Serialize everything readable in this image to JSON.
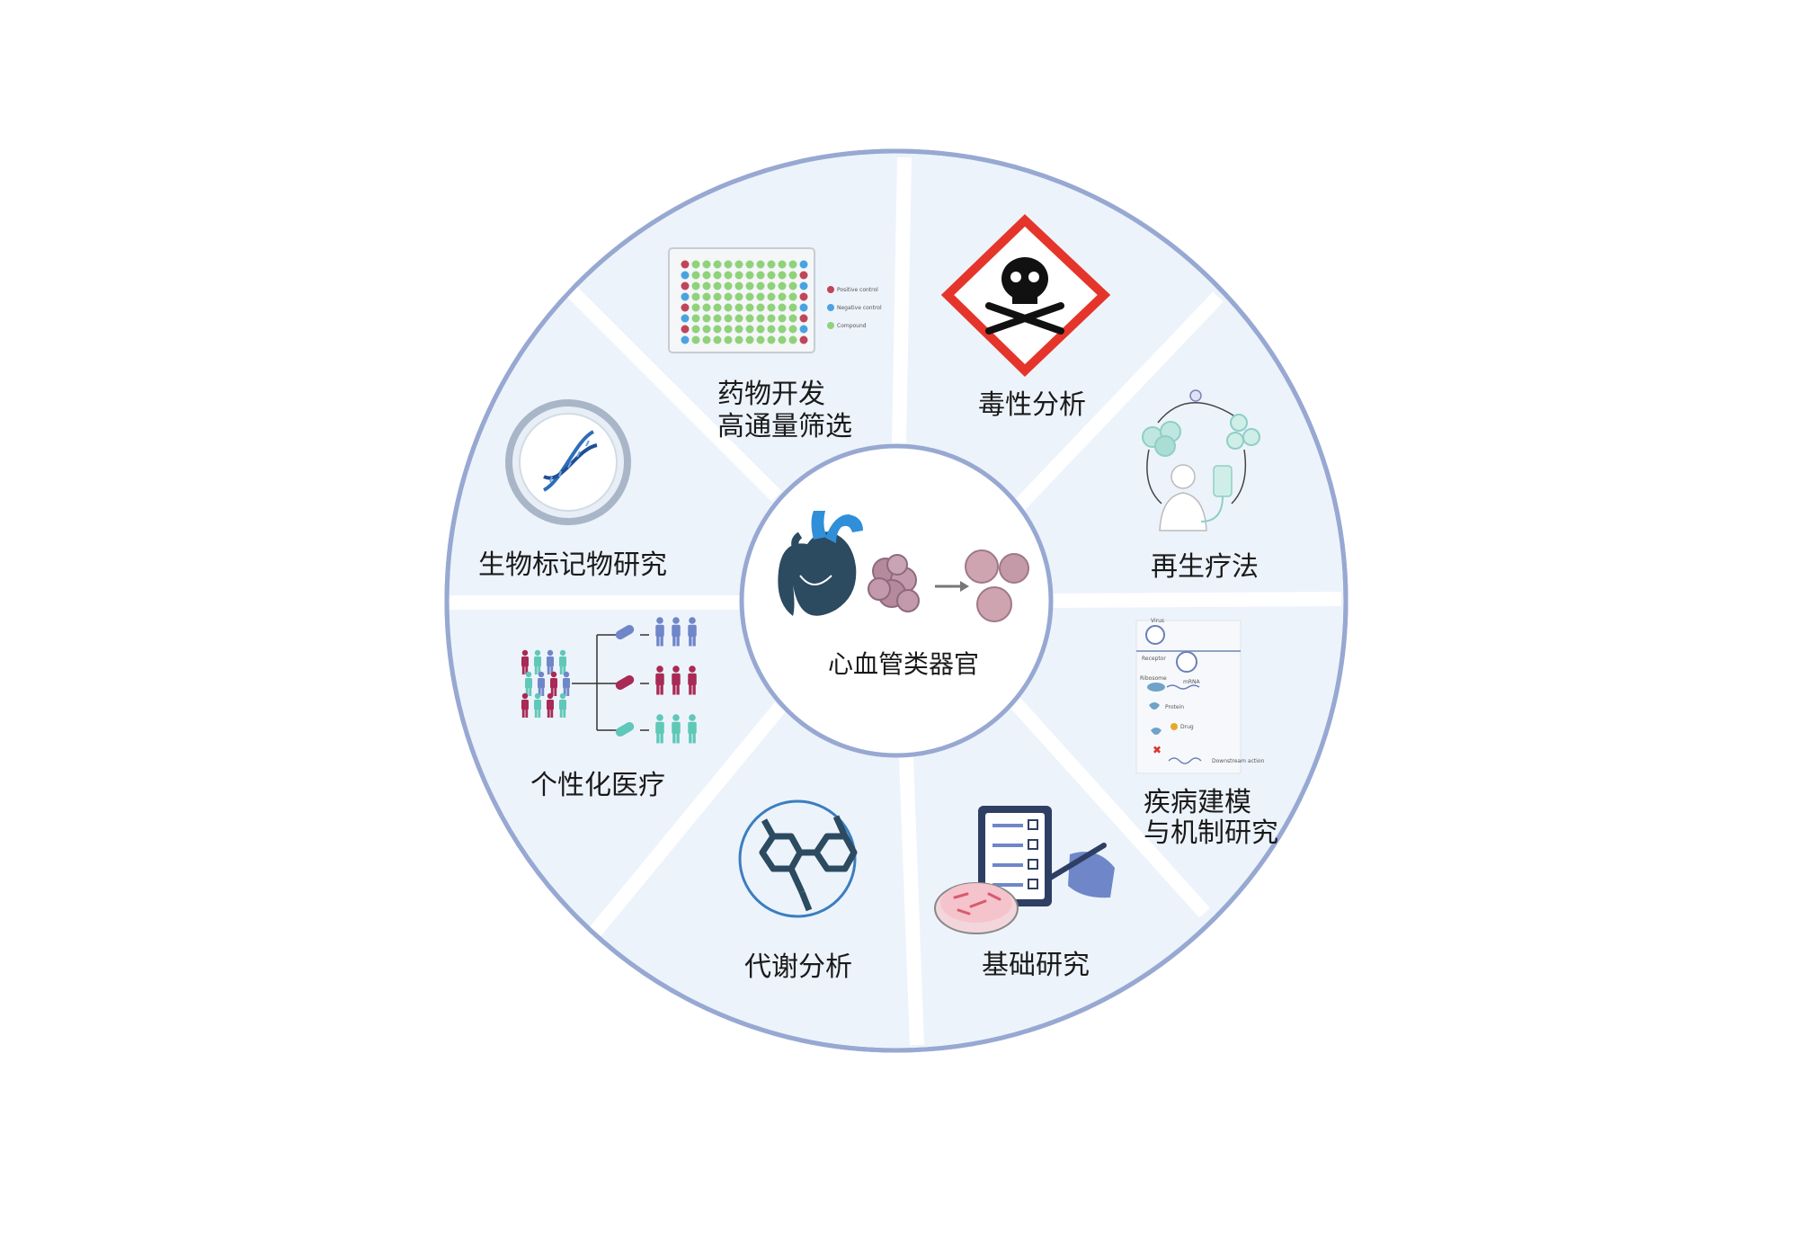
{
  "center": {
    "label": "心血管类器官"
  },
  "segments": [
    {
      "id": "drug-screening",
      "lines": [
        "药物开发",
        "高通量筛选"
      ],
      "icon": "well-plate-icon"
    },
    {
      "id": "toxicity",
      "lines": [
        "毒性分析"
      ],
      "icon": "skull-hazard-icon"
    },
    {
      "id": "regenerative",
      "lines": [
        "再生疗法"
      ],
      "icon": "cell-therapy-icon"
    },
    {
      "id": "disease-model",
      "lines": [
        "疾病建模",
        "与机制研究"
      ],
      "icon": "mechanism-pathway-icon"
    },
    {
      "id": "basic-research",
      "lines": [
        "基础研究"
      ],
      "icon": "clipboard-petri-icon"
    },
    {
      "id": "metabolism",
      "lines": [
        "代谢分析"
      ],
      "icon": "molecule-icon"
    },
    {
      "id": "personalized",
      "lines": [
        "个性化医疗"
      ],
      "icon": "patient-stratification-icon"
    },
    {
      "id": "biomarker",
      "lines": [
        "生物标记物研究"
      ],
      "icon": "dna-dish-icon"
    }
  ],
  "plate_legend": [
    "Positive control",
    "Negative control",
    "Compound"
  ],
  "mechanism_labels": [
    "Virus",
    "Receptor",
    "Ribosome",
    "mRNA",
    "Protein",
    "Drug",
    "Downstream action"
  ],
  "colors": {
    "ring": "#97a8d2",
    "segment_fill": "#edf3fb",
    "divider": "#ffffff",
    "hazard_red": "#e5352b",
    "heart": "#2c4a60",
    "heart_blue": "#2f8fd8",
    "teal": "#5fc8b8",
    "crimson": "#a82a55",
    "periwinkle": "#6f86c9"
  }
}
